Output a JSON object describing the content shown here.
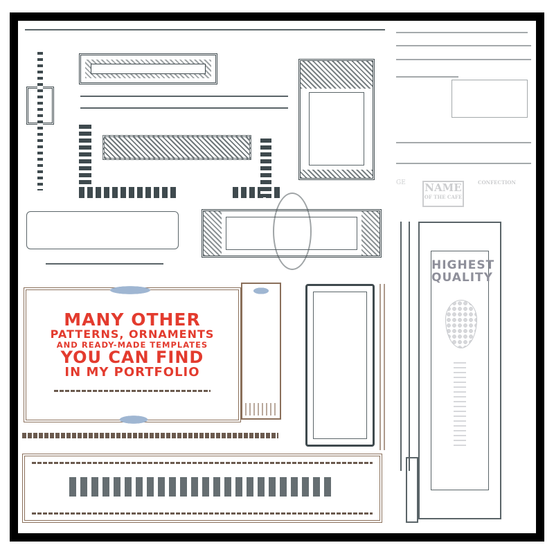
{
  "promo": {
    "lines": [
      "MANY OTHER",
      "PATTERNS, ORNAMENTS",
      "AND READY-MADE TEMPLATES",
      "YOU CAN FIND",
      "IN MY PORTFOLIO"
    ]
  },
  "label_panel": {
    "title_lines": [
      "HIGHEST",
      "QUALITY"
    ],
    "motif_icon": "grape-bunch-icon"
  },
  "cafe_menu": {
    "left_heading": "GE",
    "name_line1": "NAME",
    "name_line2": "OF THE CAFE",
    "right_heading": "CONFECTION"
  },
  "colors": {
    "promo_text": "#e33b2e",
    "ornament_dark": "#3f4a4e",
    "ornament_brown": "#8a6f5a",
    "accent_blue": "#9fb6d2",
    "label_text": "#8e8f9a",
    "border": "#000000"
  }
}
